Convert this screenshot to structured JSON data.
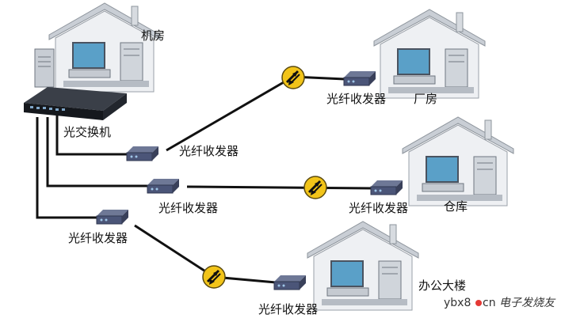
{
  "labels": {
    "machine_room": "机房",
    "optical_switch": "光交换机",
    "transceiver": "光纤收发器",
    "factory": "厂房",
    "warehouse": "仓库",
    "office": "办公大楼"
  },
  "watermark": {
    "site": "ybx8",
    "dot": ".",
    "cn": "cn",
    "brand": "电子发烧友"
  },
  "colors": {
    "roof": "#d9dde2",
    "wall": "#eef0f3",
    "monitor": "#5aa0c8",
    "device": "#4b5578",
    "cable": "#111111",
    "connector_fill": "#f2c419"
  }
}
